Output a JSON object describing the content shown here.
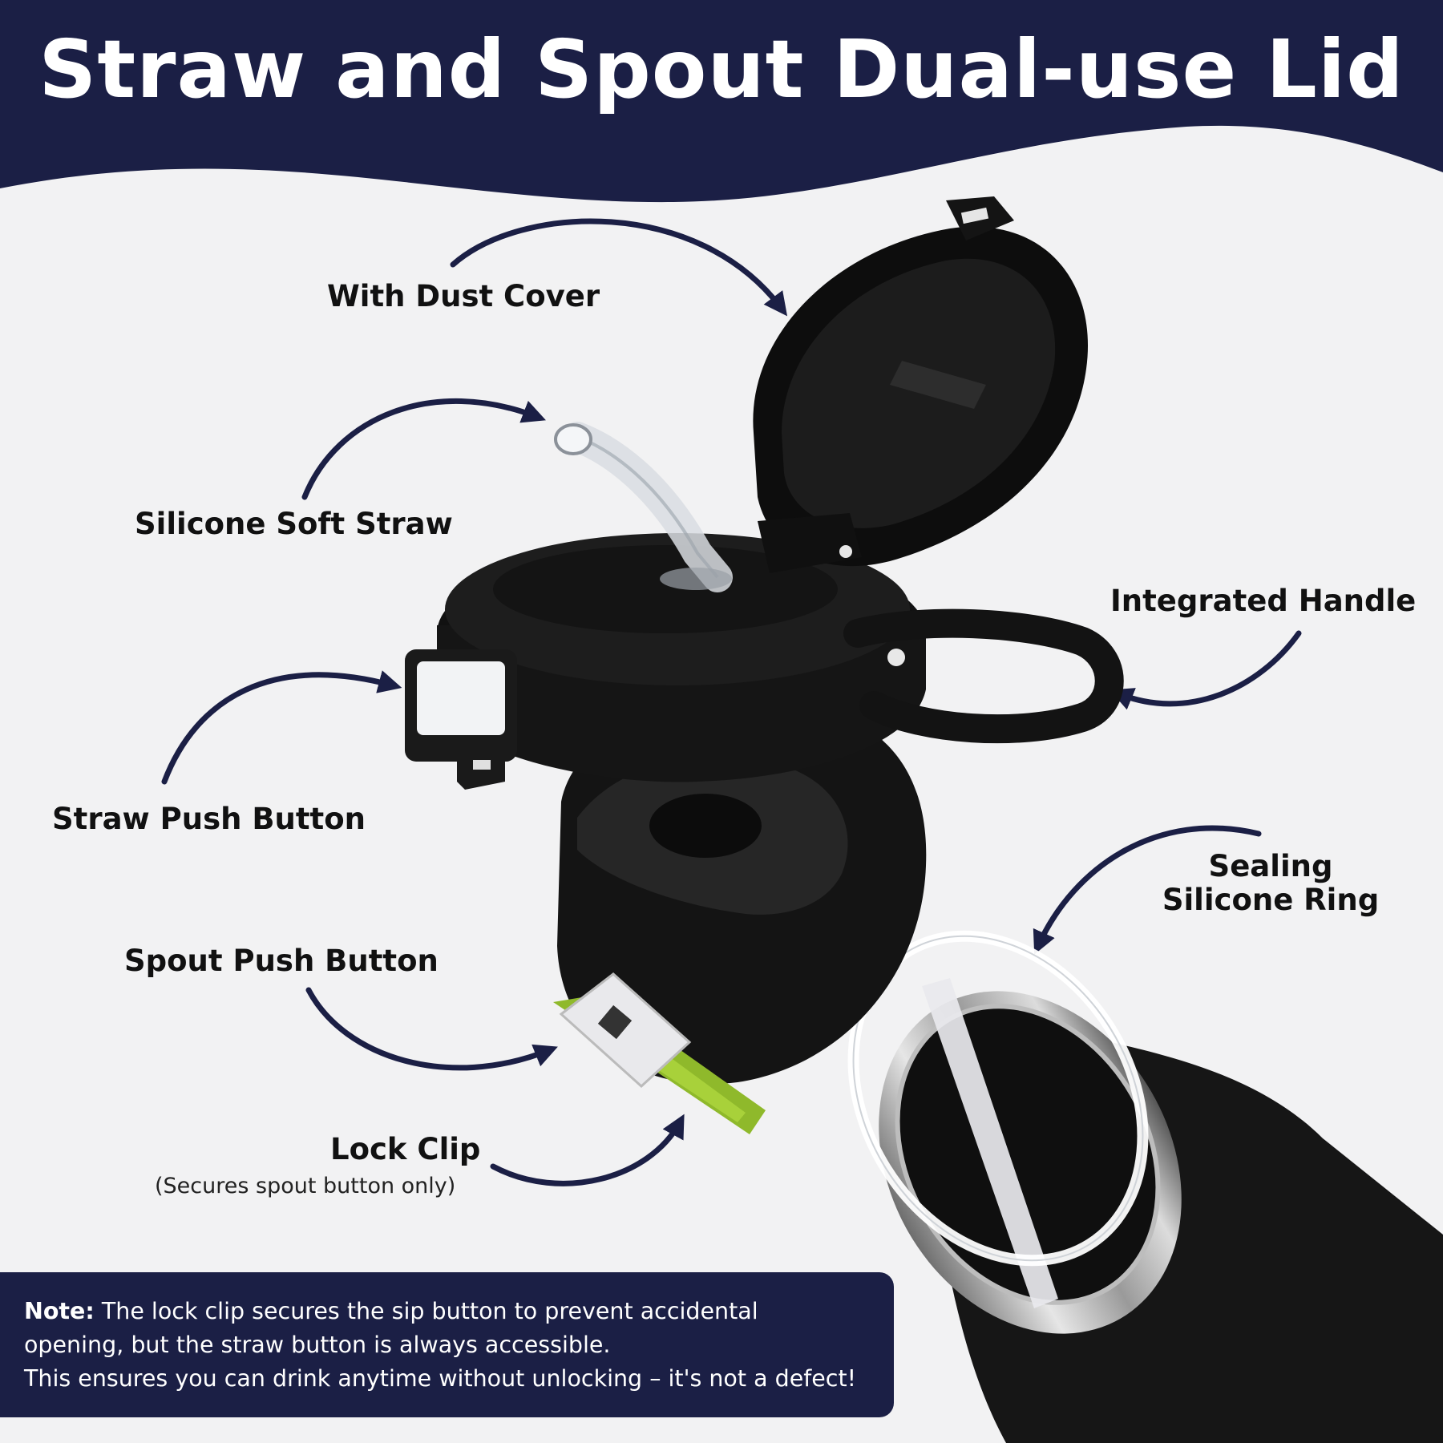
{
  "title": "Straw and Spout Dual-use Lid",
  "callouts": {
    "dust_cover": "With Dust Cover",
    "soft_straw": "Silicone Soft Straw",
    "integrated_handle": "Integrated Handle",
    "straw_push_button": "Straw Push Button",
    "sealing_ring_line1": "Sealing",
    "sealing_ring_line2": "Silicone Ring",
    "spout_push_button": "Spout Push Button",
    "lock_clip": "Lock Clip",
    "lock_clip_sub": "(Secures spout button only)"
  },
  "note": {
    "label": "Note:",
    "line1": " The lock clip secures the sip button to prevent accidental",
    "line2": "opening, but the straw button is always accessible.",
    "line3": "This ensures you can drink anytime without unlocking – it's not a defect!"
  },
  "colors": {
    "navy": "#1b1f45",
    "background": "#f2f2f3",
    "product_black": "#141414",
    "lock_clip_green": "#8fb92b"
  }
}
